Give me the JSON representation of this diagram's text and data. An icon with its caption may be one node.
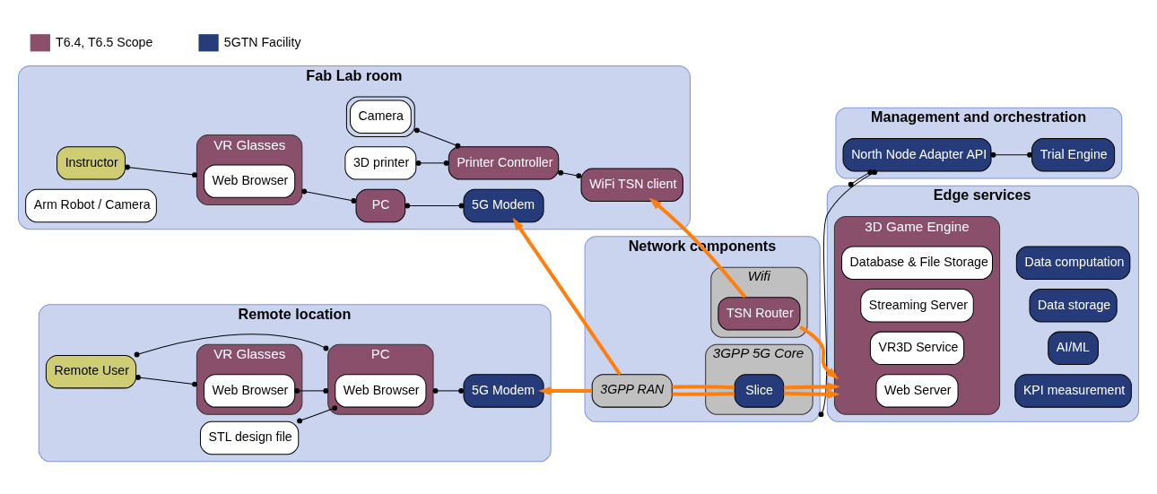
{
  "diagram": {
    "nodes": [
      {
        "text": [
          "Remote location"
        ]
      },
      {
        "text": [
          "VR Glasses"
        ],
        "in": 0
      },
      {
        "text": [
          "Web Browser"
        ],
        "in": 1
      },
      {
        "text": [
          "Remote User"
        ],
        "in": 0
      },
      {
        "text": [
          "PC"
        ],
        "in": 0
      },
      {
        "text": [
          "Web Browser"
        ],
        "in": 4
      },
      {
        "text": [
          "STL design file"
        ],
        "in": 0
      },
      {
        "text": [
          "5G Modem"
        ],
        "in": 0
      },
      {
        "text": [
          "Fab Lab room"
        ]
      },
      {
        "text": [
          "Instructor"
        ],
        "in": 8
      },
      {
        "text": [
          "VR Glasses"
        ],
        "in": 8
      },
      {
        "text": [
          "Web Browser"
        ],
        "in": 10
      },
      {
        "text": [
          "PC"
        ],
        "in": 8
      },
      {
        "text": [
          "5G Modem"
        ],
        "in": 8
      },
      {
        "text": [
          "3D printer"
        ],
        "in": 8
      },
      {
        "text": [
          "Camera"
        ],
        "in": 8
      },
      {
        "text": [
          "Printer Controller"
        ],
        "in": 8
      },
      {
        "text": [
          "WiFi TSN client"
        ],
        "in": 8
      },
      {
        "text": [
          "Arm Robot / Camera"
        ],
        "in": 8
      },
      {
        "text": [
          "Network components"
        ]
      },
      {
        "text": [
          "3GPP RAN"
        ],
        "in": 19
      },
      {
        "text": [
          "3GPP 5G Core"
        ],
        "in": 19
      },
      {
        "text": [
          "Slice"
        ],
        "in": 21
      },
      {
        "text": [
          "Wifi"
        ],
        "in": 19
      },
      {
        "text": [
          "TSN Router"
        ],
        "in": 23
      },
      {
        "text": [
          "Management and orchestration"
        ]
      },
      {
        "text": [
          "North Node Adapter API"
        ],
        "in": 25
      },
      {
        "text": [
          "Trial Engine"
        ],
        "in": 25
      },
      {
        "text": [
          "Edge services"
        ]
      },
      {
        "text": [
          "3D Game Engine"
        ],
        "in": 28
      },
      {
        "text": [
          "Web Server"
        ],
        "in": 29
      },
      {
        "text": [
          "VR3D Service"
        ],
        "in": 29
      },
      {
        "text": [
          "Streaming Server"
        ],
        "in": 29
      },
      {
        "text": [
          "Database & File Storage"
        ],
        "in": 29
      },
      {
        "text": [
          "KPI measurement"
        ],
        "in": 28
      },
      {
        "text": [
          "AI/ML"
        ],
        "in": 28
      },
      {
        "text": [
          "Data storage"
        ],
        "in": 28
      },
      {
        "text": [
          "Data computation"
        ],
        "in": 28
      }
    ],
    "edges": [
      {
        "from": 3,
        "to": 1,
        "arrow": "other"
      },
      {
        "from": 3,
        "to": 4,
        "arrow": "other"
      },
      {
        "from": 2,
        "to": 4,
        "arrow": "other"
      },
      {
        "from": 6,
        "to": 5,
        "arrow": "other"
      },
      {
        "from": 4,
        "to": 7,
        "arrow": "other"
      },
      {
        "from": 9,
        "to": 10,
        "arrow": "other"
      },
      {
        "from": 10,
        "to": 12,
        "arrow": "other"
      },
      {
        "from": 12,
        "to": 13,
        "arrow": "other"
      },
      {
        "from": 14,
        "to": 16,
        "arrow": "other"
      },
      {
        "from": 15,
        "to": 16,
        "arrow": "other"
      },
      {
        "from": 16,
        "to": 17,
        "arrow": "other"
      },
      {
        "from": 19,
        "to": 26,
        "arrow": "other"
      },
      {
        "from": 26,
        "to": 27,
        "arrow": "other"
      },
      {
        "from": 26,
        "to": 28,
        "arrow": "other"
      },
      {
        "from": 20,
        "to": 22,
        "arrow": "none",
        "style": "thick",
        "color": "#ff7f0e"
      },
      {
        "from": 20,
        "to": 22,
        "arrow": "none",
        "style": "thick",
        "color": "#ff7f0e"
      },
      {
        "from": 20,
        "to": 7,
        "arrow": "to",
        "style": "thick",
        "color": "#ff7f0e"
      },
      {
        "from": 20,
        "to": 13,
        "arrow": "to",
        "style": "thick",
        "color": "#ff7f0e"
      },
      {
        "from": 22,
        "to": 29,
        "arrow": "to",
        "style": "thick",
        "color": "#ff7f0e"
      },
      {
        "from": 22,
        "to": 29,
        "arrow": "to",
        "style": "thick",
        "color": "#ff7f0e"
      },
      {
        "from": 24,
        "to": 17,
        "arrow": "to",
        "style": "thick",
        "color": "#ff7f0e"
      },
      {
        "from": 24,
        "to": 29,
        "arrow": "to",
        "style": "thick",
        "color": "#ff7f0e"
      }
    ],
    "legend": [
      {
        "text": "T6.4, T6.5 Scope",
        "color": "#8a4f6b"
      },
      {
        "text": "5GTN Facility",
        "color": "#263c7a"
      }
    ]
  }
}
